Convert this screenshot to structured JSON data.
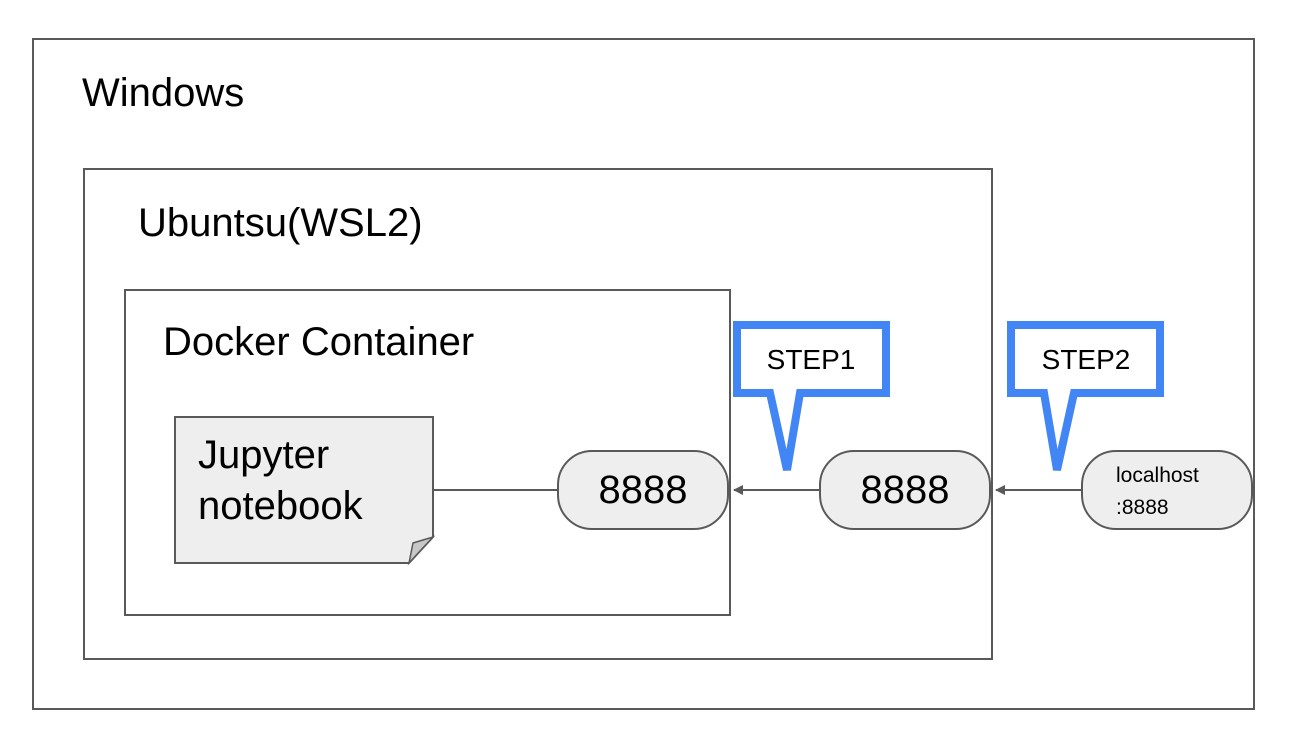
{
  "frames": {
    "windows": "Windows",
    "ubuntu": "Ubuntsu(WSL2)",
    "docker": "Docker Container"
  },
  "notebook": {
    "line1": "Jupyter",
    "line2": "notebook"
  },
  "ports": {
    "container_port": "8888",
    "wsl_port": "8888",
    "host_line1": "localhost",
    "host_line2": ":8888"
  },
  "callouts": {
    "step1": "STEP1",
    "step2": "STEP2"
  },
  "colors": {
    "frame_stroke": "#595959",
    "node_fill": "#eeeeee",
    "callout_stroke": "#4285f4",
    "arrow": "#595959"
  }
}
